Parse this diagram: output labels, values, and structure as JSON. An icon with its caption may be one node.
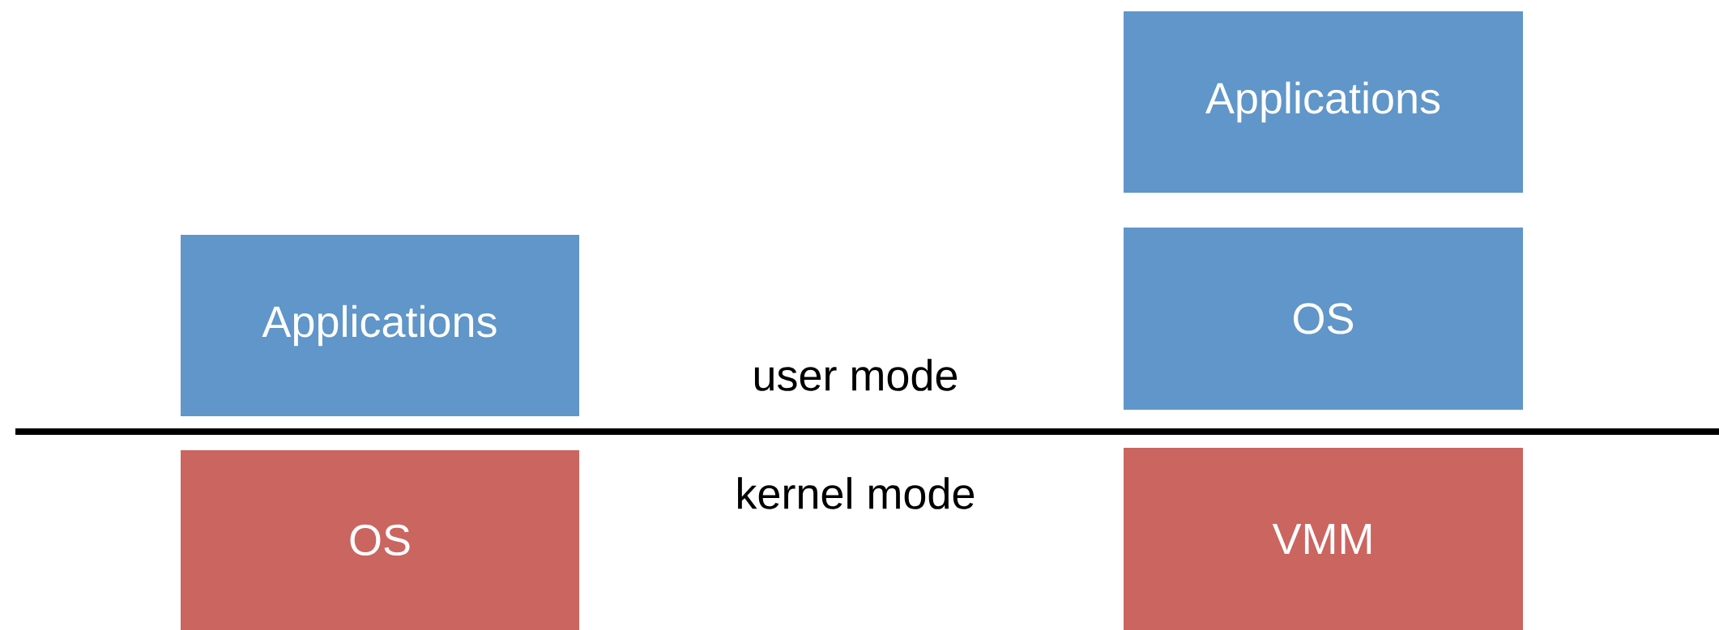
{
  "diagram": {
    "nodes": [
      {
        "text": [
          "Applications"
        ]
      },
      {
        "text": [
          "OS"
        ]
      },
      {
        "text": [
          "Applications"
        ]
      },
      {
        "text": [
          "OS"
        ]
      },
      {
        "text": [
          "VMM"
        ]
      }
    ],
    "labels": [
      "user mode",
      "kernel mode"
    ]
  }
}
